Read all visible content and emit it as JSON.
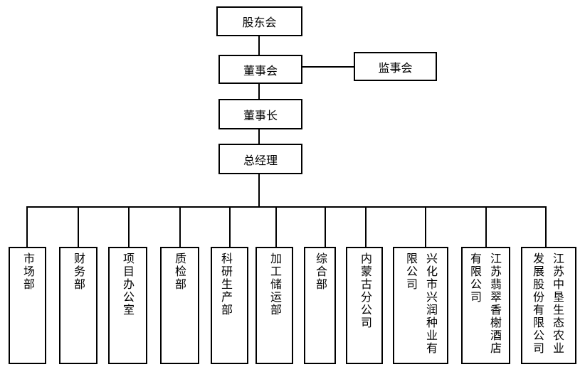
{
  "nodes": {
    "shareholders": "股东会",
    "board": "董事会",
    "supervisors": "监事会",
    "chairman": "董事长",
    "gm": "总经理"
  },
  "departments": [
    {
      "id": "market",
      "cols": [
        "市场部"
      ]
    },
    {
      "id": "finance",
      "cols": [
        "财务部"
      ]
    },
    {
      "id": "project-office",
      "cols": [
        "项目办公室"
      ]
    },
    {
      "id": "quality",
      "cols": [
        "质检部"
      ]
    },
    {
      "id": "research-production",
      "cols": [
        "科研生产部"
      ]
    },
    {
      "id": "processing-storage",
      "cols": [
        "加工储运部"
      ]
    },
    {
      "id": "general",
      "cols": [
        "综合部"
      ]
    },
    {
      "id": "inner-mongolia-branch",
      "cols": [
        "内蒙古分公司"
      ]
    },
    {
      "id": "xinghua-xingrun",
      "cols": [
        "兴化市兴润种业有",
        "限公司"
      ]
    },
    {
      "id": "jiangsu-feicui-hotel",
      "cols": [
        "江苏翡翠香榭酒店",
        "有限公司"
      ]
    },
    {
      "id": "jiangsu-zhongken",
      "cols": [
        "江苏中垦生态农业",
        "发展股份有限公司"
      ]
    }
  ]
}
